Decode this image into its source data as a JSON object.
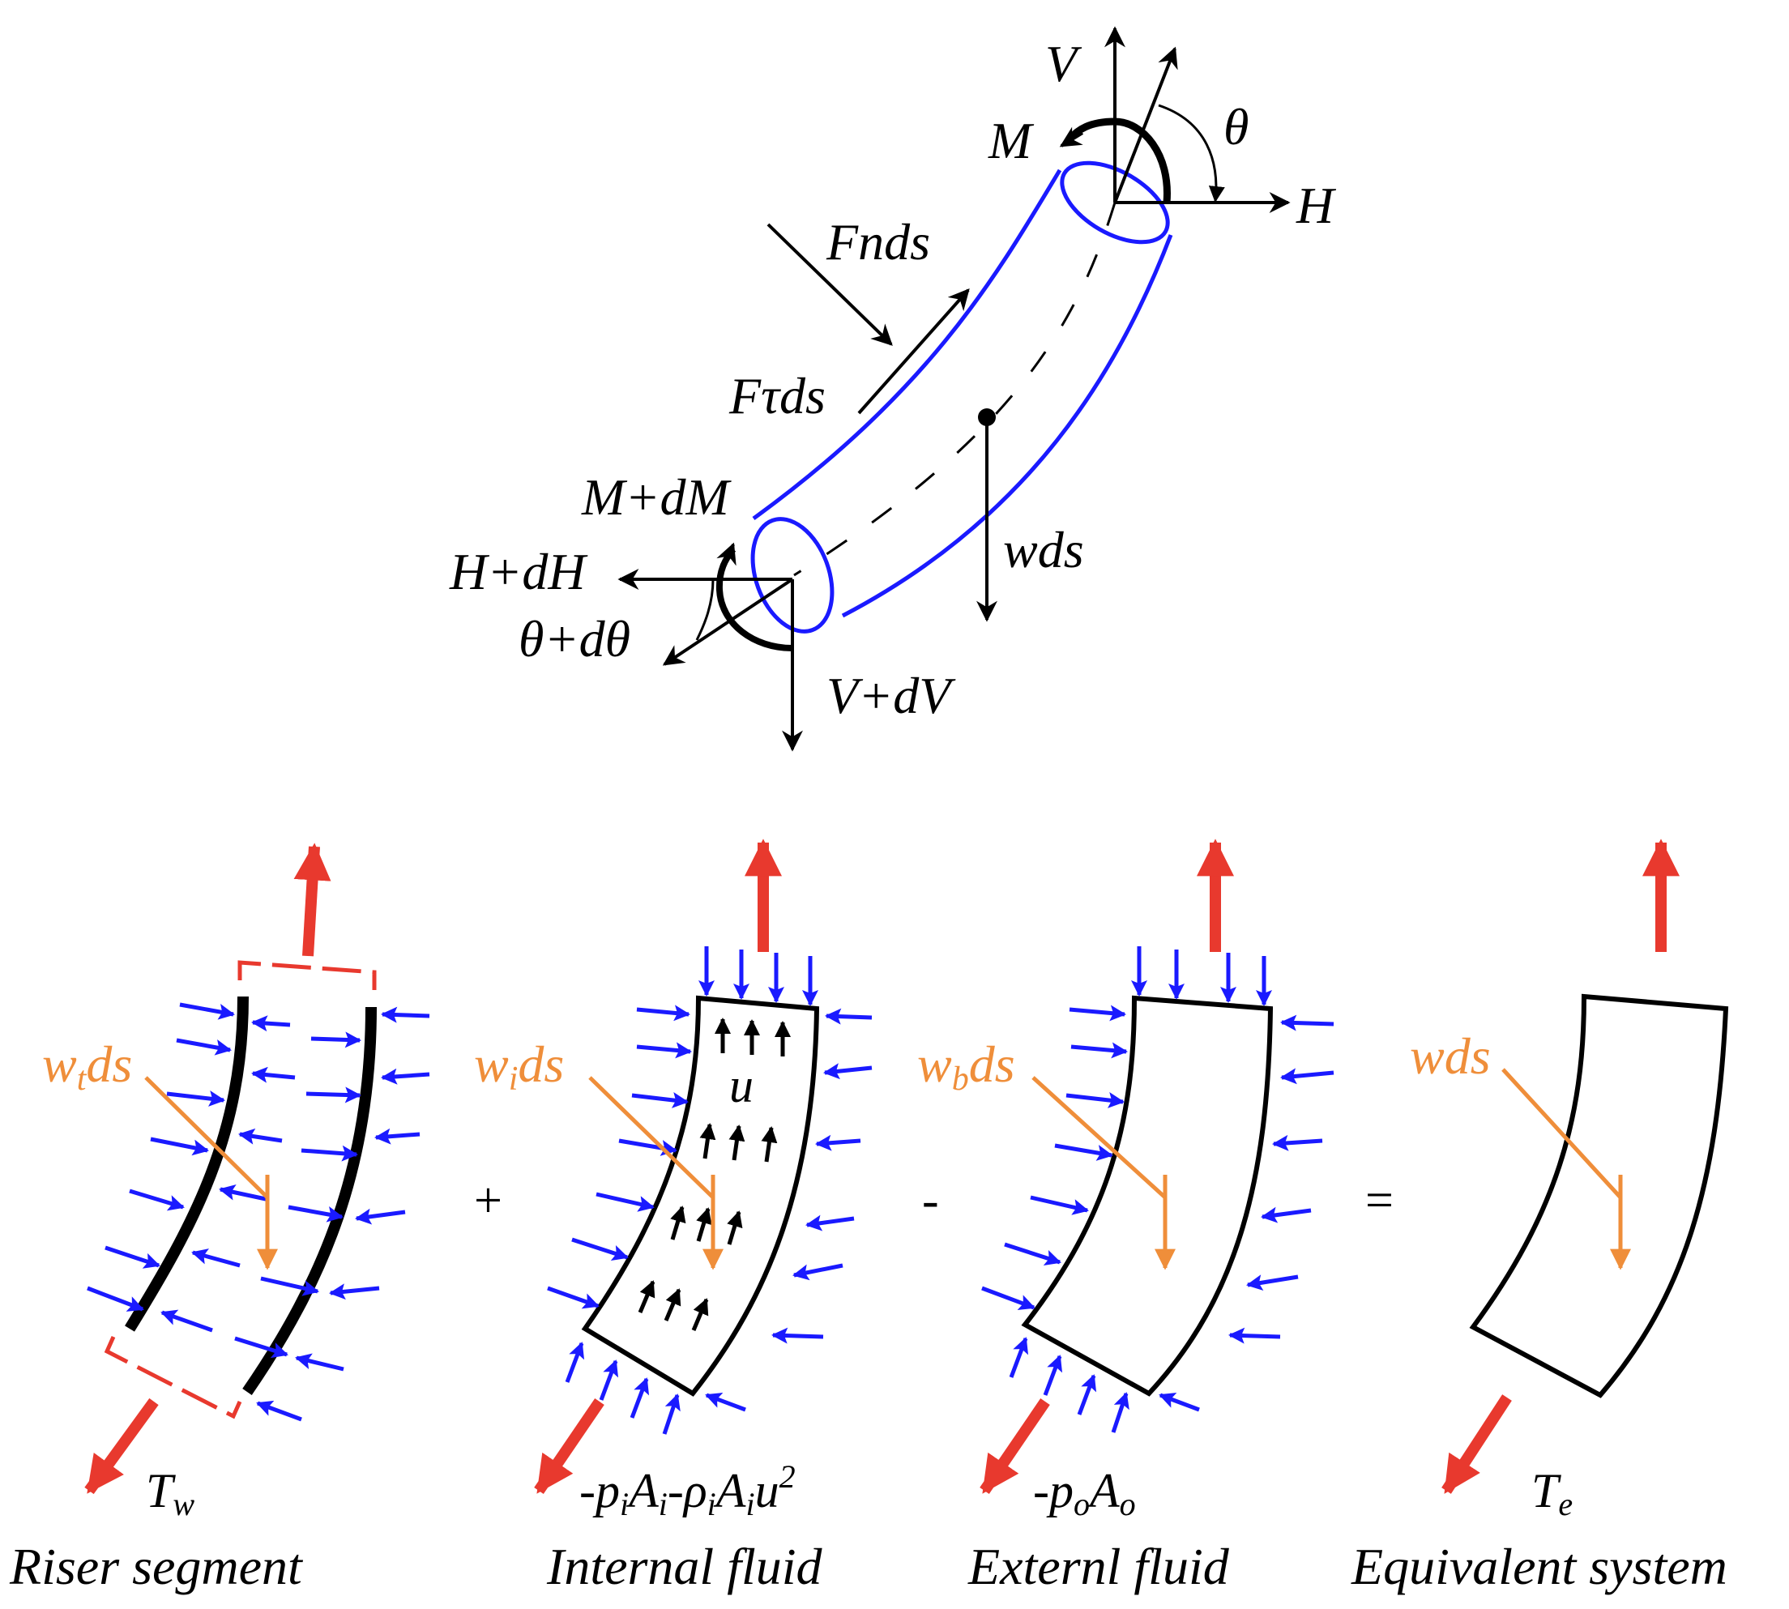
{
  "top_free_body": {
    "labels": {
      "V": "V",
      "M": "M",
      "theta": "θ",
      "H": "H",
      "Fnds": "Fnds",
      "Ftauds": "Fτds",
      "M_dM": "M+dM",
      "H_dH": "H+dH",
      "theta_dtheta": "θ+dθ",
      "wds": "wds",
      "V_dV": "V+dV"
    }
  },
  "panels": [
    {
      "weight_label": "w",
      "weight_sub": "t",
      "weight_suffix": "ds",
      "force_label": "T",
      "force_sub": "w",
      "caption": "Riser segment"
    },
    {
      "weight_label": "w",
      "weight_sub": "i",
      "weight_suffix": "ds",
      "velocity_label": "u",
      "caption": "Internal fluid",
      "force_parts": {
        "a": "-p",
        "a_sub": "i",
        "b": "A",
        "b_sub": "i",
        "c": "-ρ",
        "c_sub": "i",
        "d": "A",
        "d_sub": "i",
        "e": "u",
        "e_sup": "2"
      }
    },
    {
      "weight_label": "w",
      "weight_sub": "b",
      "weight_suffix": "ds",
      "force_a": "-p",
      "force_a_sub": "o",
      "force_b": "A",
      "force_b_sub": "o",
      "caption": "Externl fluid"
    },
    {
      "weight_label": "wds",
      "force_label": "T",
      "force_sub": "e",
      "caption": "Equivalent system"
    }
  ],
  "operators": [
    "+",
    "-",
    "="
  ],
  "colors": {
    "pipe_outline": "#1a1aff",
    "pressure_arrows": "#1a1aff",
    "tension_arrows": "#e8392e",
    "weight": "#ef8e3a",
    "lines": "#000000"
  }
}
